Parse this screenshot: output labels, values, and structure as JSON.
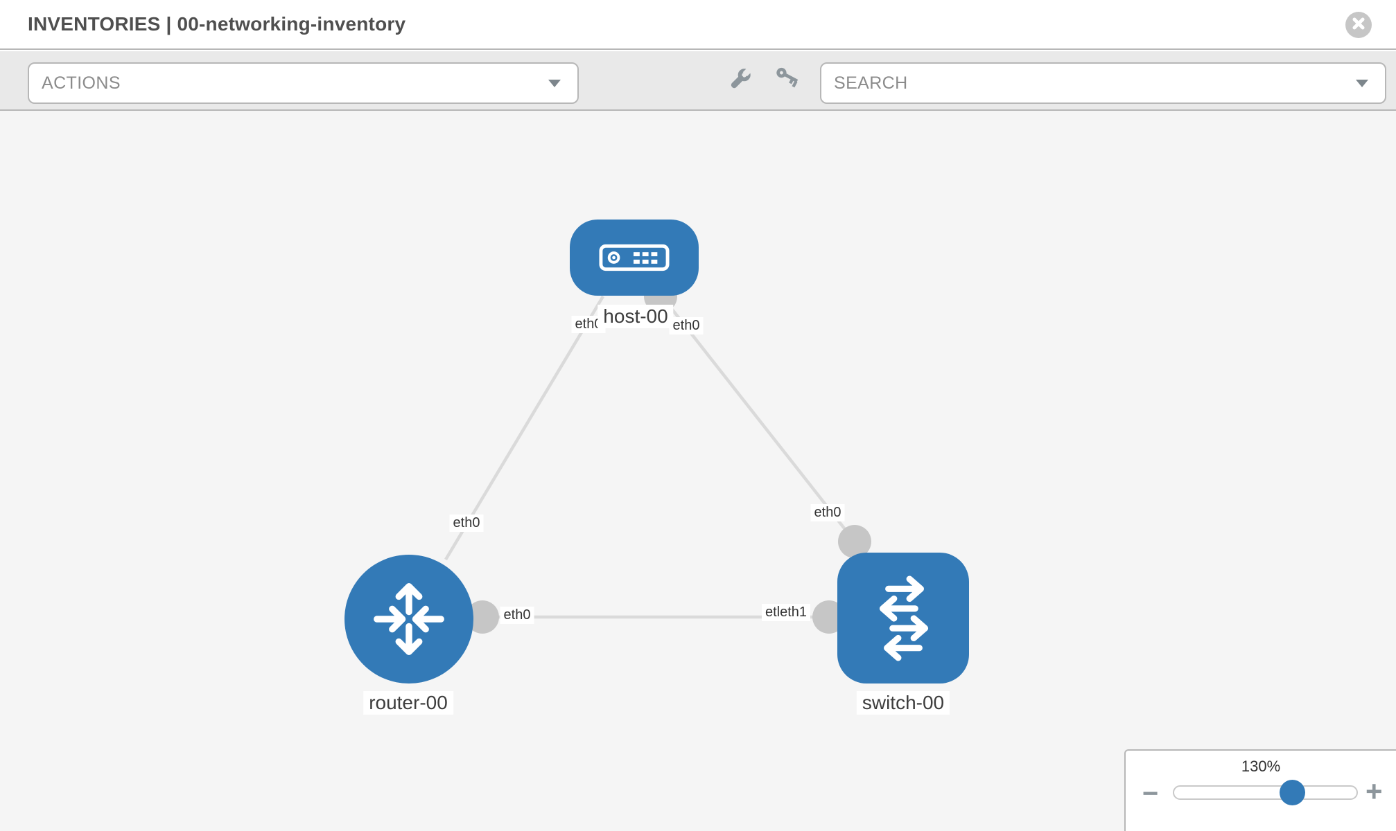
{
  "header": {
    "title": "INVENTORIES | 00-networking-inventory"
  },
  "toolbar": {
    "actions_label": "ACTIONS",
    "search_label": "SEARCH",
    "icons": [
      "wrench-icon",
      "key-icon"
    ]
  },
  "diagram": {
    "nodes": {
      "host": {
        "label": "host-00",
        "type": "host",
        "icon": "server-icon"
      },
      "router": {
        "label": "router-00",
        "type": "router",
        "icon": "router-arrows-icon"
      },
      "switch": {
        "label": "switch-00",
        "type": "switch",
        "icon": "switch-arrows-icon"
      }
    },
    "interface_labels": {
      "host_left": "eth0",
      "host_right": "eth0",
      "router_top": "eth0",
      "switch_top": "eth0",
      "router_right": "eth0",
      "switch_left": "etleth1"
    },
    "links": [
      {
        "from": "host-00",
        "to": "router-00",
        "visible_labels": [
          "eth0",
          "eth0"
        ]
      },
      {
        "from": "host-00",
        "to": "switch-00",
        "visible_labels": [
          "eth0",
          "eth0"
        ]
      },
      {
        "from": "router-00",
        "to": "switch-00",
        "visible_labels": [
          "eth0",
          "etleth1"
        ]
      }
    ]
  },
  "zoom_control": {
    "level": "130%",
    "zoom_out_label": "−",
    "zoom_in_label": "+"
  },
  "colors": {
    "node-blue": "#337ab7",
    "toolbar-bg": "#e9e9e9",
    "canvas-bg": "#f5f5f5",
    "border-gray": "#b7b7b7",
    "edge-gray": "#dadada",
    "port-gray": "#c6c6c6",
    "icon-gray": "#8d969c"
  }
}
